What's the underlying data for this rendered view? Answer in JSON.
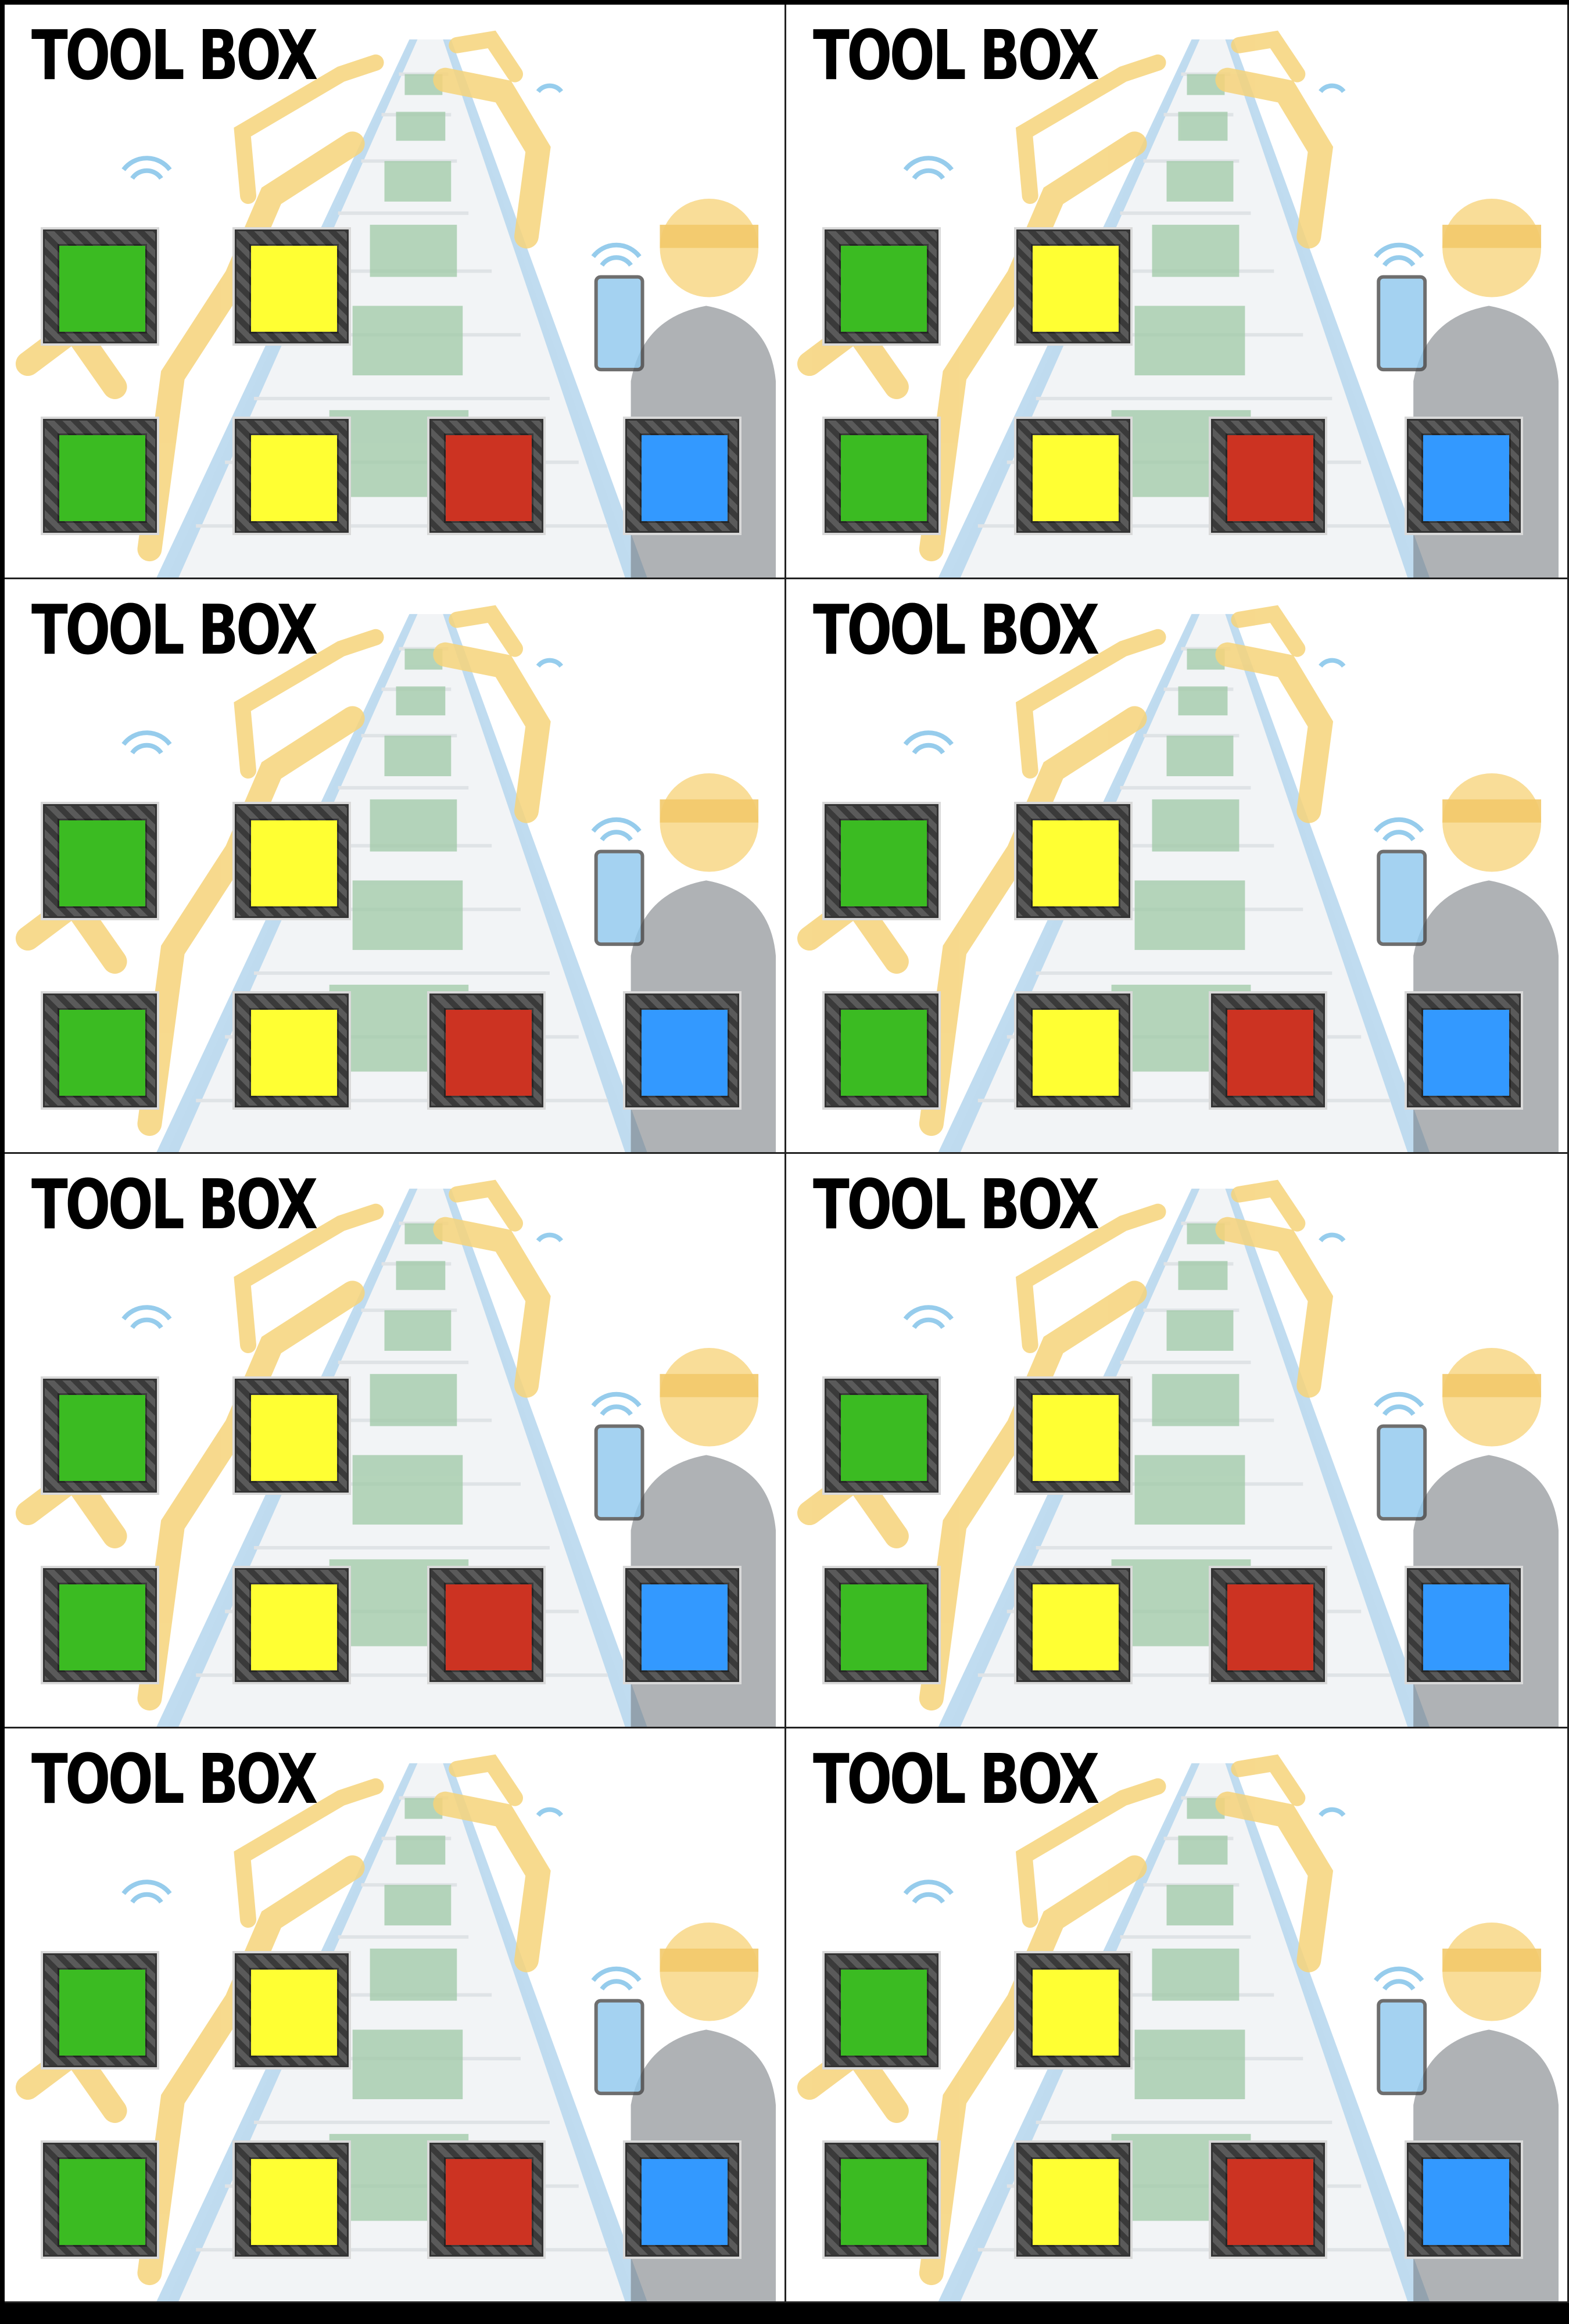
{
  "card_title": "TOOL BOX",
  "cards": [
    {
      "title": "TOOL BOX"
    },
    {
      "title": "TOOL BOX"
    },
    {
      "title": "TOOL BOX"
    },
    {
      "title": "TOOL BOX"
    },
    {
      "title": "TOOL BOX"
    },
    {
      "title": "TOOL BOX"
    },
    {
      "title": "TOOL BOX"
    },
    {
      "title": "TOOL BOX"
    }
  ],
  "tiles": [
    {
      "color": "#3bbb22",
      "name": "green"
    },
    {
      "color": "#ffff33",
      "name": "yellow"
    },
    {
      "color": "#3bbb22",
      "name": "green"
    },
    {
      "color": "#ffff33",
      "name": "yellow"
    },
    {
      "color": "#cc3322",
      "name": "red"
    },
    {
      "color": "#3399ff",
      "name": "blue"
    }
  ],
  "background_illustration": "factory-conveyor-robot-arms-worker-tablet"
}
